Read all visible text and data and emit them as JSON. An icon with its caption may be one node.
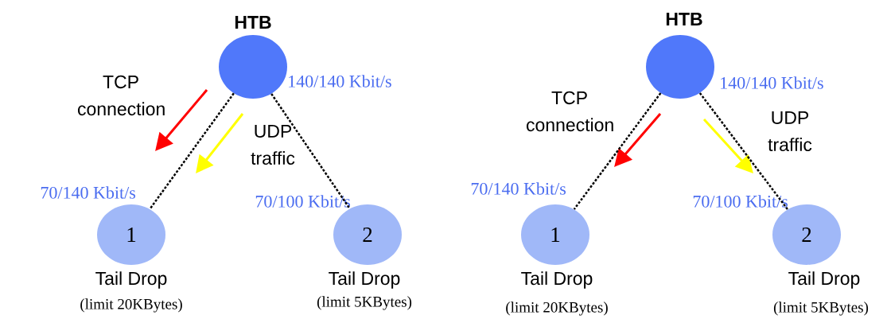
{
  "diagram": {
    "nodes": [
      {
        "text": [
          "HTB"
        ],
        "beside": [
          "140/140 Kbit/s"
        ]
      },
      {
        "text": [
          "1"
        ],
        "beside": [
          "70/140 Kbit/s",
          "Tail Drop",
          "(limit 20KBytes)"
        ]
      },
      {
        "text": [
          "2"
        ],
        "beside": [
          "70/100 Kbit/s",
          "Tail Drop",
          "(limit 5KBytes)"
        ]
      },
      {
        "text": [
          "HTB"
        ],
        "beside": [
          "140/140 Kbit/s"
        ]
      },
      {
        "text": [
          "1"
        ],
        "beside": [
          "70/140 Kbit/s",
          "Tail Drop",
          "(limit 20KBytes)"
        ]
      },
      {
        "text": [
          "2"
        ],
        "beside": [
          "70/100 Kbit/s",
          "Tail Drop",
          "(limit 5KBytes)"
        ]
      }
    ],
    "edges": [
      {
        "from": 0,
        "to": 1,
        "arrow": "none",
        "style": "dashed"
      },
      {
        "from": 0,
        "to": 2,
        "arrow": "none",
        "style": "dashed"
      },
      {
        "from": 3,
        "to": 4,
        "arrow": "none",
        "style": "dashed"
      },
      {
        "from": 3,
        "to": 5,
        "arrow": "none",
        "style": "dashed"
      }
    ],
    "labels": [
      "TCP connection",
      "UDP traffic",
      "TCP connection",
      "UDP traffic"
    ]
  }
}
